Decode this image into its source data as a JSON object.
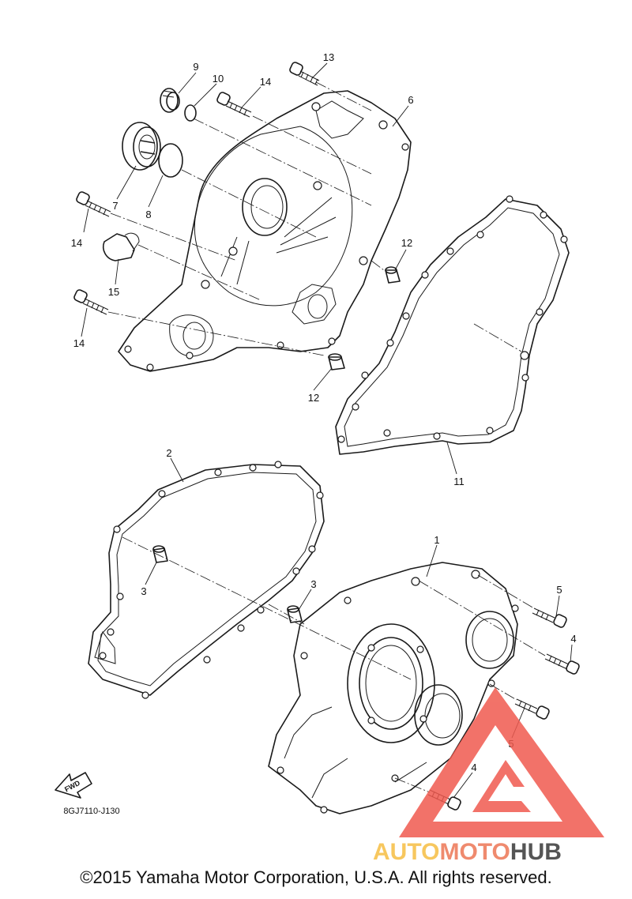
{
  "diagram": {
    "code": "8GJ7110-J130",
    "fwd_label": "FWD",
    "callouts": [
      {
        "id": "c9",
        "text": "9"
      },
      {
        "id": "c10",
        "text": "10"
      },
      {
        "id": "c13",
        "text": "13"
      },
      {
        "id": "c14a",
        "text": "14"
      },
      {
        "id": "c6",
        "text": "6"
      },
      {
        "id": "c7",
        "text": "7"
      },
      {
        "id": "c8",
        "text": "8"
      },
      {
        "id": "c14b",
        "text": "14"
      },
      {
        "id": "c15",
        "text": "15"
      },
      {
        "id": "c14c",
        "text": "14"
      },
      {
        "id": "c12a",
        "text": "12"
      },
      {
        "id": "c12b",
        "text": "12"
      },
      {
        "id": "c11",
        "text": "11"
      },
      {
        "id": "c2",
        "text": "2"
      },
      {
        "id": "c1",
        "text": "1"
      },
      {
        "id": "c3a",
        "text": "3"
      },
      {
        "id": "c3b",
        "text": "3"
      },
      {
        "id": "c5a",
        "text": "5"
      },
      {
        "id": "c4a",
        "text": "4"
      },
      {
        "id": "c5b",
        "text": "5"
      },
      {
        "id": "c4b",
        "text": "4"
      }
    ]
  },
  "watermark": {
    "part1": "AUTO",
    "part2": "MOTO",
    "part3": "HUB",
    "color1": "#f7c75e",
    "color2": "#ef8a6e",
    "color3": "#555555",
    "logo_color": "#f05a4f"
  },
  "copyright": "©2015 Yamaha Motor Corporation, U.S.A. All rights reserved."
}
